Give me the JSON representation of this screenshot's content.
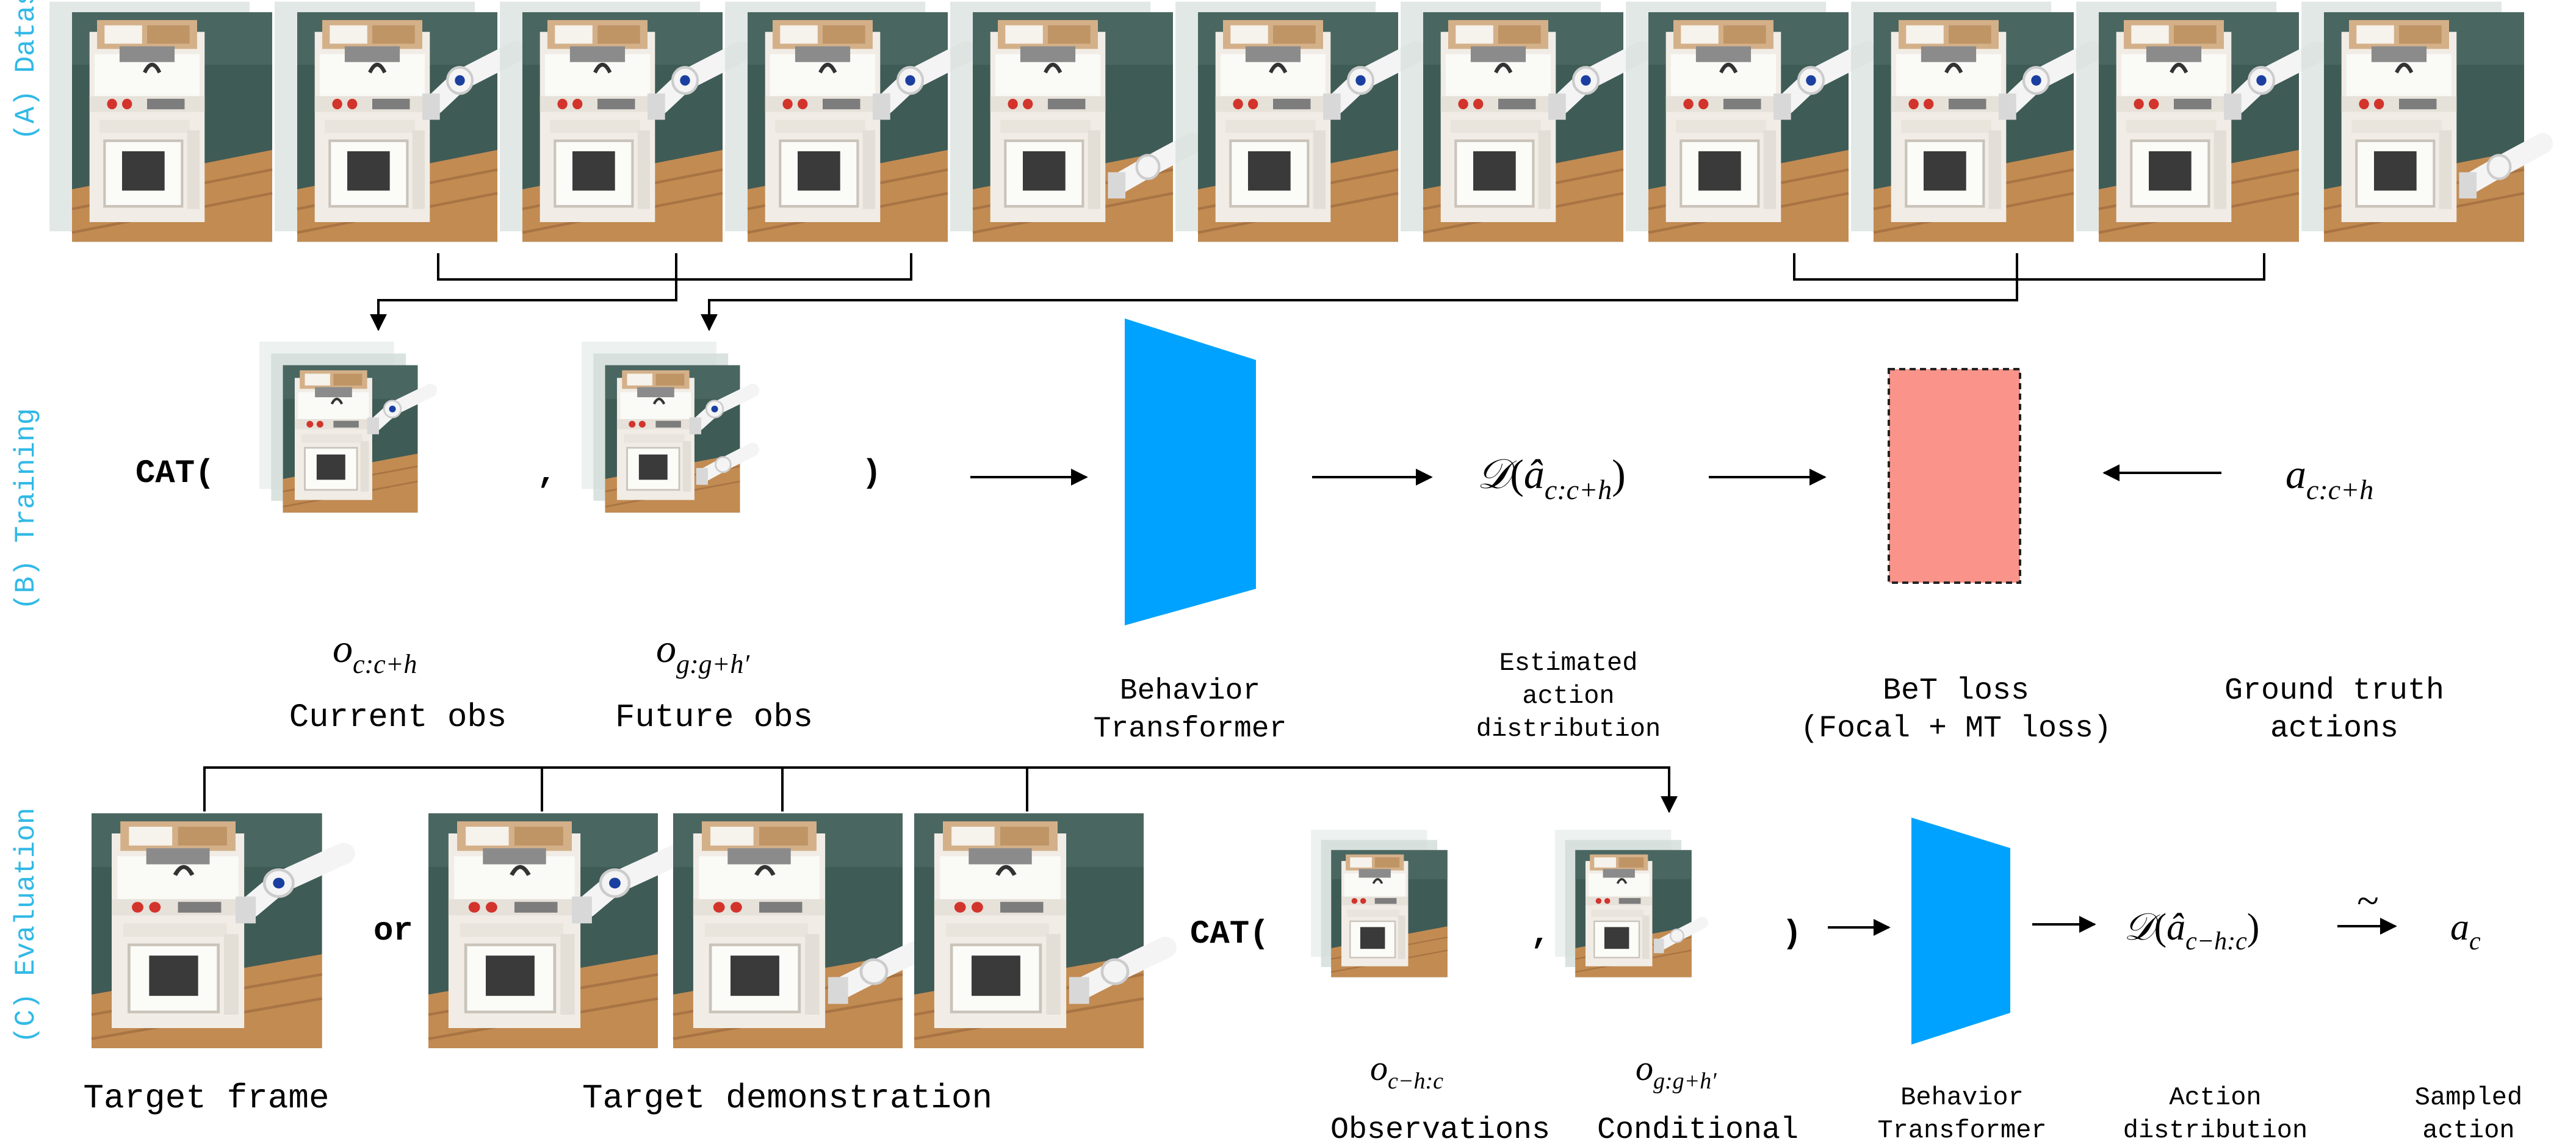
{
  "sections": {
    "dataset": "(A) Dataset",
    "training": "(B) Training",
    "evaluation": "(C) Evaluation"
  },
  "training": {
    "cat_open": "CAT(",
    "comma": ",",
    "cat_close": ")",
    "current_obs": {
      "symbol": "o",
      "sub": "c:c+h",
      "label": "Current obs"
    },
    "future_obs": {
      "symbol": "o",
      "sub": "g:g+h′",
      "label": "Future obs"
    },
    "transformer_label": [
      "Behavior",
      "Transformer"
    ],
    "estimated": {
      "script_d": "𝒟",
      "paren_open": "(",
      "a_hat": "â",
      "sub": "c:c+h",
      "paren_close": ")",
      "label": [
        "Estimated",
        "action",
        "distribution"
      ]
    },
    "loss_label": [
      "BeT loss",
      "(Focal + MT loss)"
    ],
    "ground_truth": {
      "symbol": "a",
      "sub": "c:c+h",
      "label": [
        "Ground truth",
        "actions"
      ]
    }
  },
  "evaluation": {
    "or_text": "or",
    "target_frame_label": "Target frame",
    "target_demo_label": "Target demonstration",
    "cat_open": "CAT(",
    "comma": ",",
    "cat_close": ")",
    "observations": {
      "symbol": "o",
      "sub": "c−h:c",
      "label": "Observations"
    },
    "conditional": {
      "symbol": "o",
      "sub": "g:g+h′",
      "label": "Conditional"
    },
    "transformer_label": [
      "Behavior",
      "Transformer"
    ],
    "action_dist": {
      "script_d": "𝒟",
      "paren_open": "(",
      "a_hat": "â",
      "sub": "c−h:c",
      "paren_close": ")",
      "label": [
        "Action",
        "distribution"
      ]
    },
    "tilde": "~",
    "sampled": {
      "symbol": "a",
      "sub": "c",
      "label": [
        "Sampled",
        "action"
      ]
    }
  },
  "colors": {
    "section_label": "#31b9e6",
    "transformer": "#00a2ff",
    "loss_box": "#fa948b",
    "wall": "#3e5a55",
    "floor": "#c08a52",
    "cabinet": "#f1ede6",
    "robot": "#f4f4f4"
  },
  "icons": {
    "transformer": "trapezoid",
    "loss": "dashed-box",
    "frames": "kitchen-robot-photo"
  }
}
